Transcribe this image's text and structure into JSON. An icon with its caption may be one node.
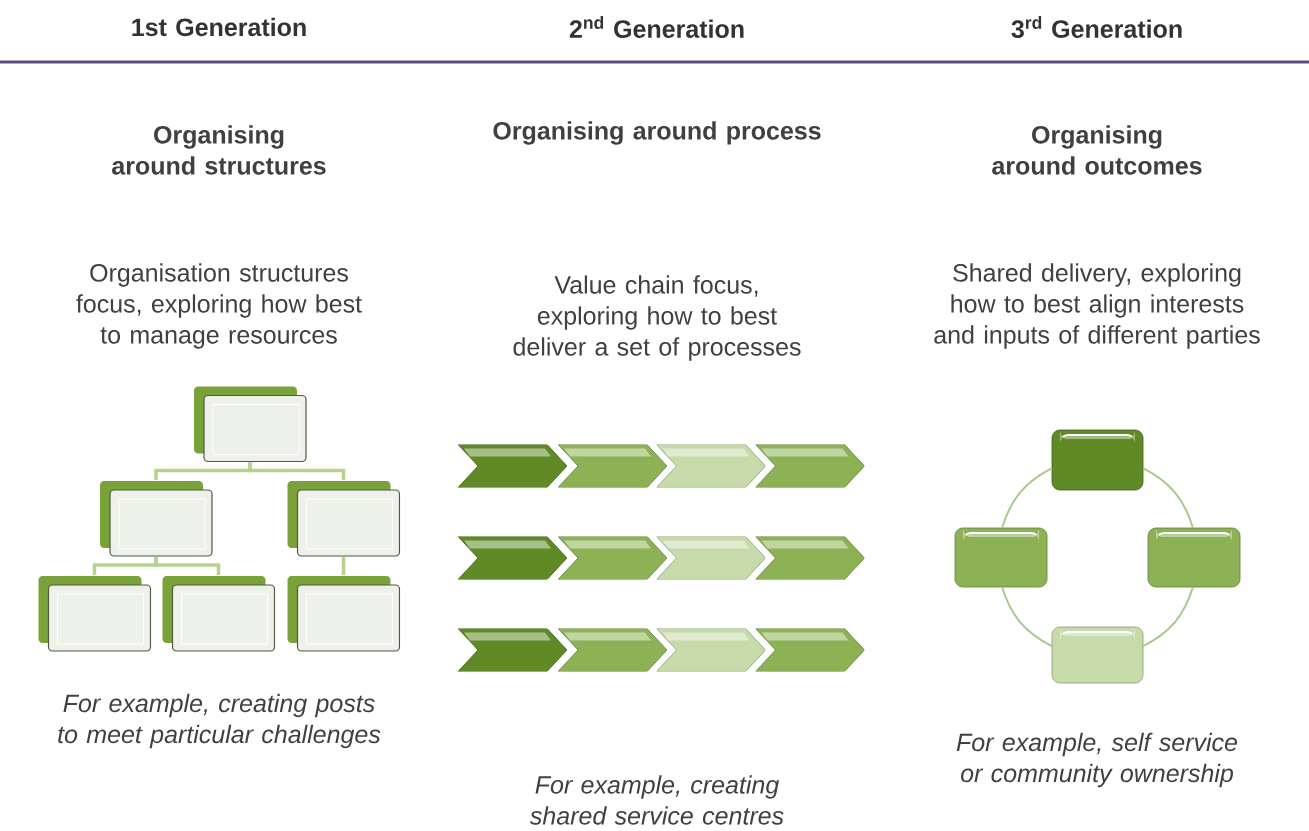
{
  "diagram": {
    "nodes": [
      {
        "text": [],
        "shape": "box"
      },
      {
        "text": [],
        "shape": "box"
      },
      {
        "text": [],
        "shape": "box"
      },
      {
        "text": [],
        "shape": "box"
      },
      {
        "text": [],
        "shape": "box"
      },
      {
        "text": [],
        "shape": "box"
      },
      {
        "text": [],
        "shape": "chevron"
      },
      {
        "text": [],
        "shape": "chevron"
      },
      {
        "text": [],
        "shape": "chevron"
      },
      {
        "text": [],
        "shape": "chevron"
      },
      {
        "text": [],
        "shape": "chevron"
      },
      {
        "text": [],
        "shape": "chevron"
      },
      {
        "text": [],
        "shape": "chevron"
      },
      {
        "text": [],
        "shape": "chevron"
      },
      {
        "text": [],
        "shape": "chevron"
      },
      {
        "text": [],
        "shape": "chevron"
      },
      {
        "text": [],
        "shape": "chevron"
      },
      {
        "text": [],
        "shape": "chevron"
      },
      {
        "text": [],
        "shape": "box"
      },
      {
        "text": [],
        "shape": "box"
      },
      {
        "text": [],
        "shape": "box"
      },
      {
        "text": [],
        "shape": "box"
      }
    ],
    "edges": [
      {
        "from": 0,
        "to": 1,
        "arrow": "none"
      },
      {
        "from": 0,
        "to": 2,
        "arrow": "none"
      },
      {
        "from": 1,
        "to": 3,
        "arrow": "none"
      },
      {
        "from": 1,
        "to": 4,
        "arrow": "none"
      },
      {
        "from": 2,
        "to": 5,
        "arrow": "none"
      },
      {
        "from": 18,
        "to": 20,
        "arrow": "none"
      },
      {
        "from": 20,
        "to": 21,
        "arrow": "none"
      },
      {
        "from": 21,
        "to": 19,
        "arrow": "none"
      },
      {
        "from": 19,
        "to": 18,
        "arrow": "none"
      }
    ],
    "labels": [
      "1st Generation",
      "2$^{nd}$ Generation",
      "3$^{rd}$ Generation",
      "Organising around structures",
      "Organising around process",
      "Organising around outcomes",
      "Organisation structures focus, exploring how best to manage resources",
      "Value chain focus, exploring how to best deliver a set of processes",
      "Shared delivery, exploring how to best align interests and inputs of different parties",
      "For example, creating posts to meet particular challenges",
      "For example, creating shared service centres",
      "For example, self service or community ownership"
    ]
  }
}
